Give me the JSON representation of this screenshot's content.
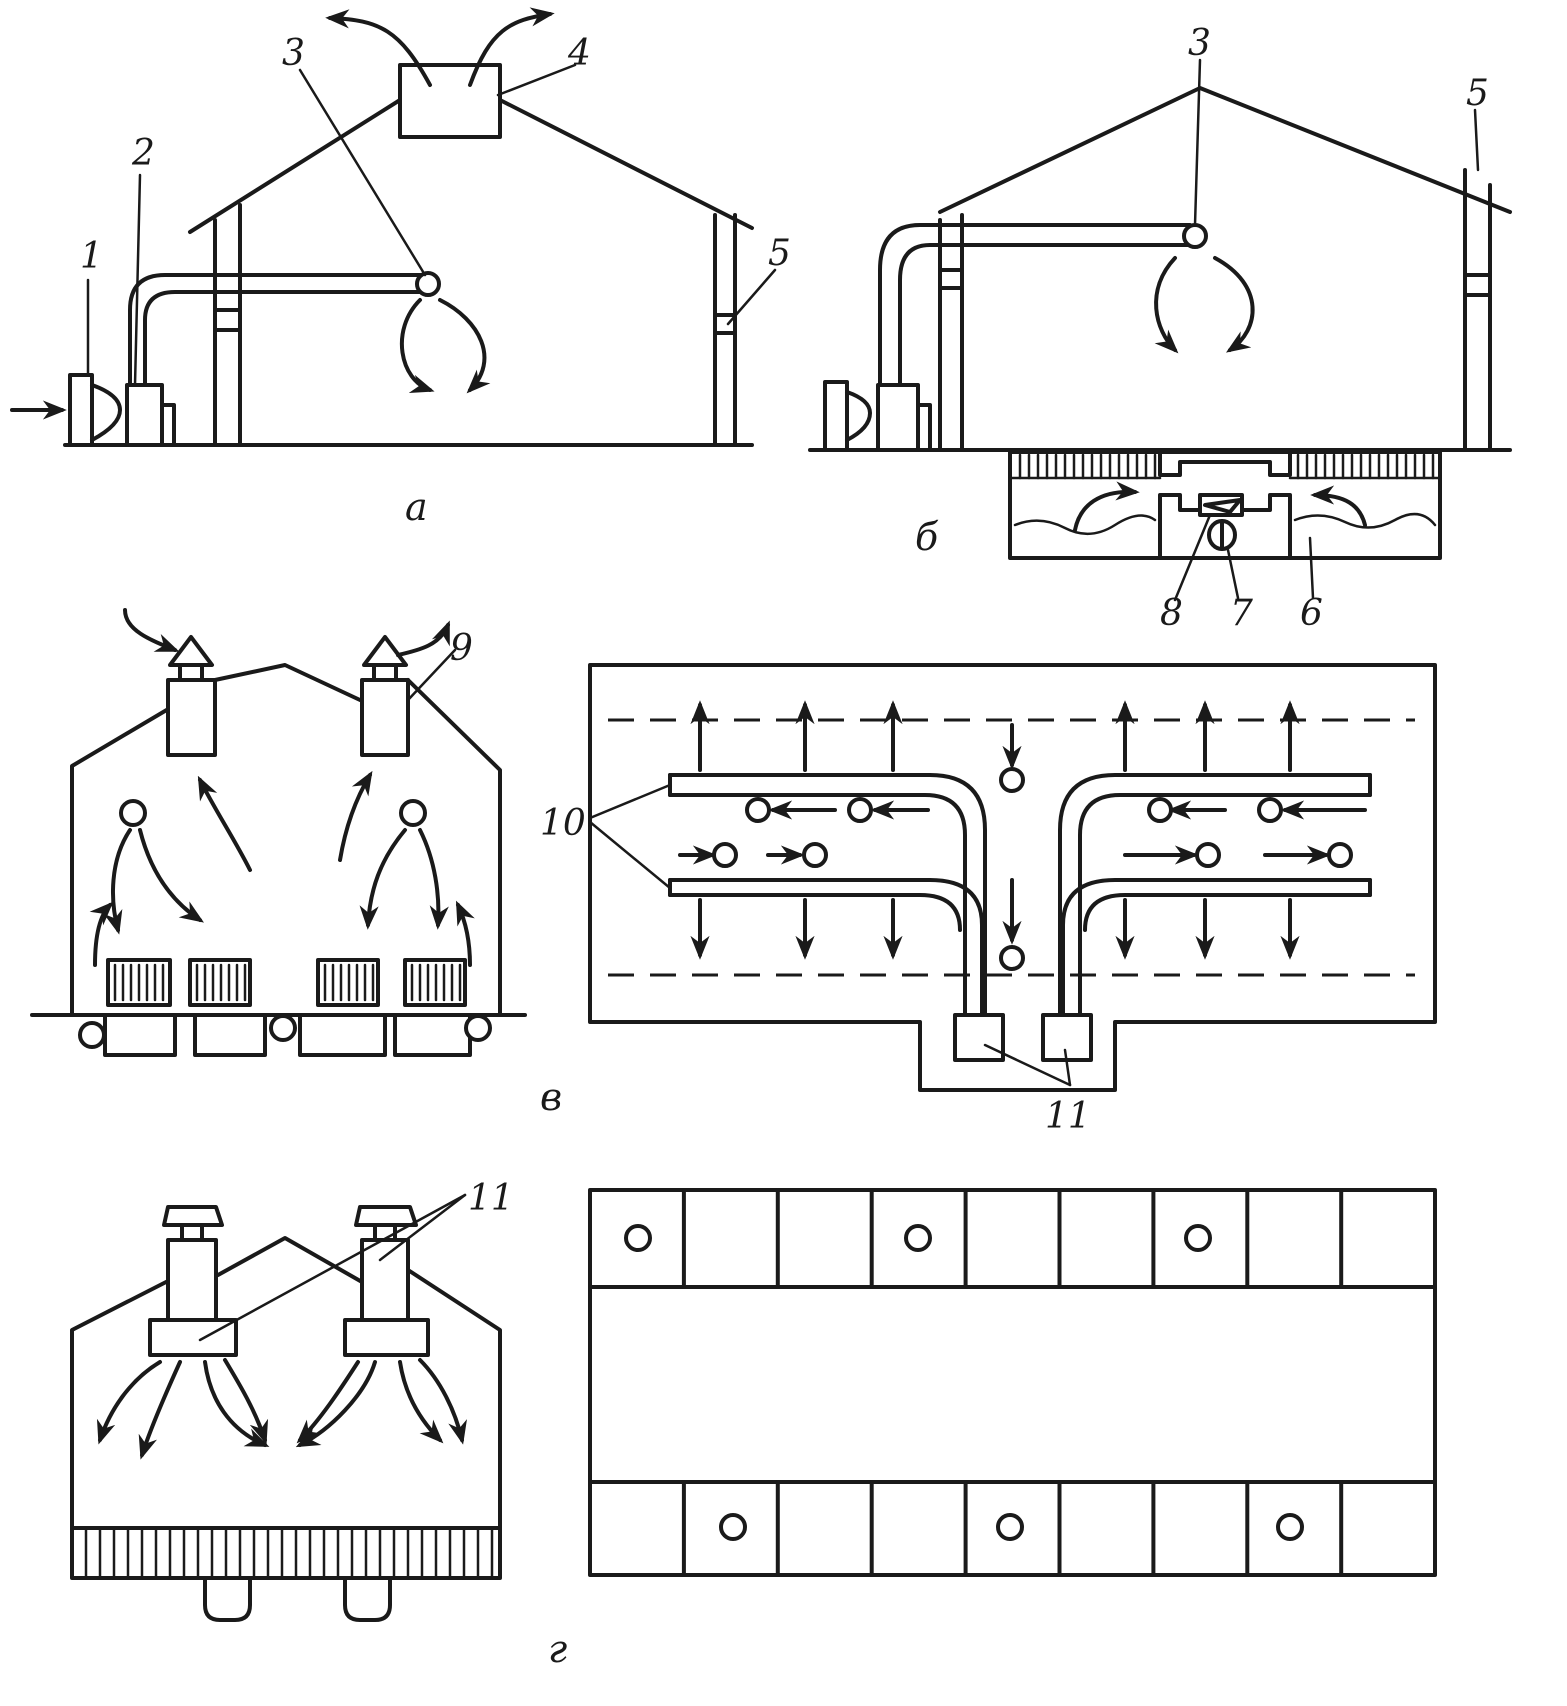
{
  "panels": {
    "a": {
      "caption": "а",
      "labels": {
        "n1": "1",
        "n2": "2",
        "n3": "3",
        "n4": "4",
        "n5": "5"
      }
    },
    "b": {
      "caption": "б",
      "labels": {
        "n3": "3",
        "n5": "5",
        "n6": "6",
        "n7": "7",
        "n8": "8"
      }
    },
    "v": {
      "caption": "в",
      "labels": {
        "n9": "9",
        "n10": "10",
        "n11": "11"
      }
    },
    "g": {
      "caption": "г",
      "labels": {
        "n11": "11"
      }
    }
  }
}
